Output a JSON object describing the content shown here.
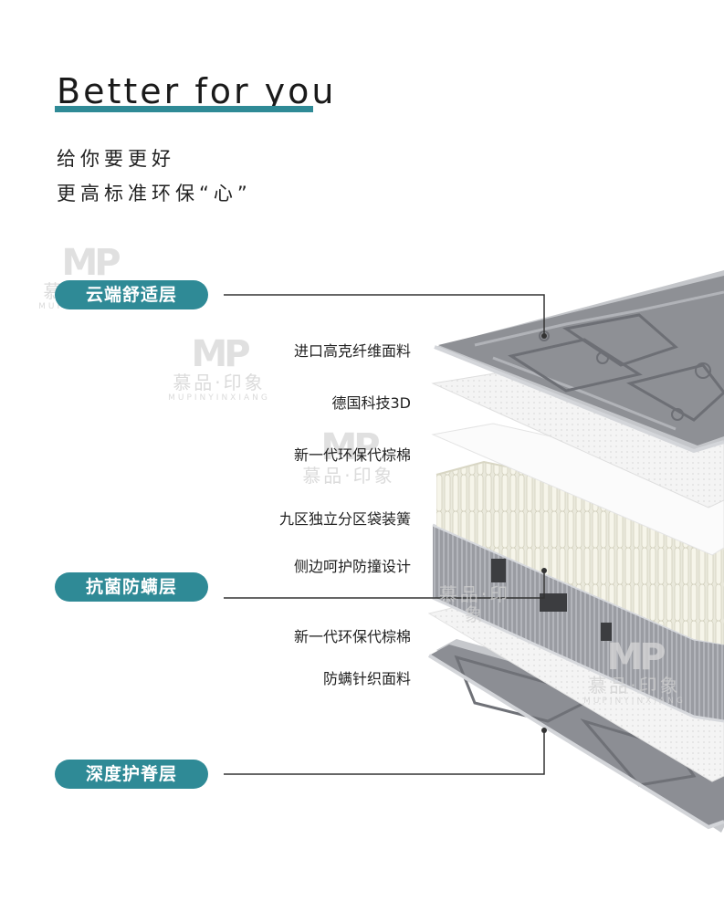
{
  "header": {
    "title": "Better for you",
    "line1": "给你要更好",
    "line2": "更高标准环保“心”"
  },
  "sections": [
    {
      "label": "云端舒适层"
    },
    {
      "label": "抗菌防螨层"
    },
    {
      "label": "深度护脊层"
    }
  ],
  "layers": [
    {
      "label": "进口高克纤维面料"
    },
    {
      "label": "德国科技3D"
    },
    {
      "label": "新一代环保代棕棉"
    },
    {
      "label": "九区独立分区袋装簧"
    },
    {
      "label": "侧边呵护防撞设计"
    },
    {
      "label": "新一代环保代棕棉"
    },
    {
      "label": "防螨针织面料"
    }
  ],
  "watermark": {
    "brand_cn": "慕品·印象",
    "brand_en": "MUPINYINXIANG"
  },
  "colors": {
    "accent": "#2f8a96",
    "fabric_gray": "#8e9095",
    "frame_gray": "#b9bbc0"
  }
}
